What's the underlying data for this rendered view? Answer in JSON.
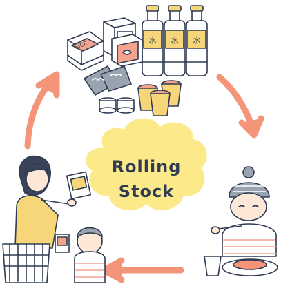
{
  "center": {
    "line1": "Rolling",
    "line2": "Stock",
    "bubble_color": "#fce98a"
  },
  "stockpile": {
    "rice_label": "RICE",
    "water_label": "水"
  },
  "colors": {
    "arrow": "#f4957a",
    "ink": "#2f3b52",
    "accent_yellow": "#f7d67a",
    "accent_pink": "#f4a48e"
  },
  "icons": [
    "rice-pack-icon",
    "food-can-icon",
    "retort-pouch-icon",
    "cup-noodle-icon",
    "water-bottle-icon",
    "shopping-basket-icon"
  ]
}
